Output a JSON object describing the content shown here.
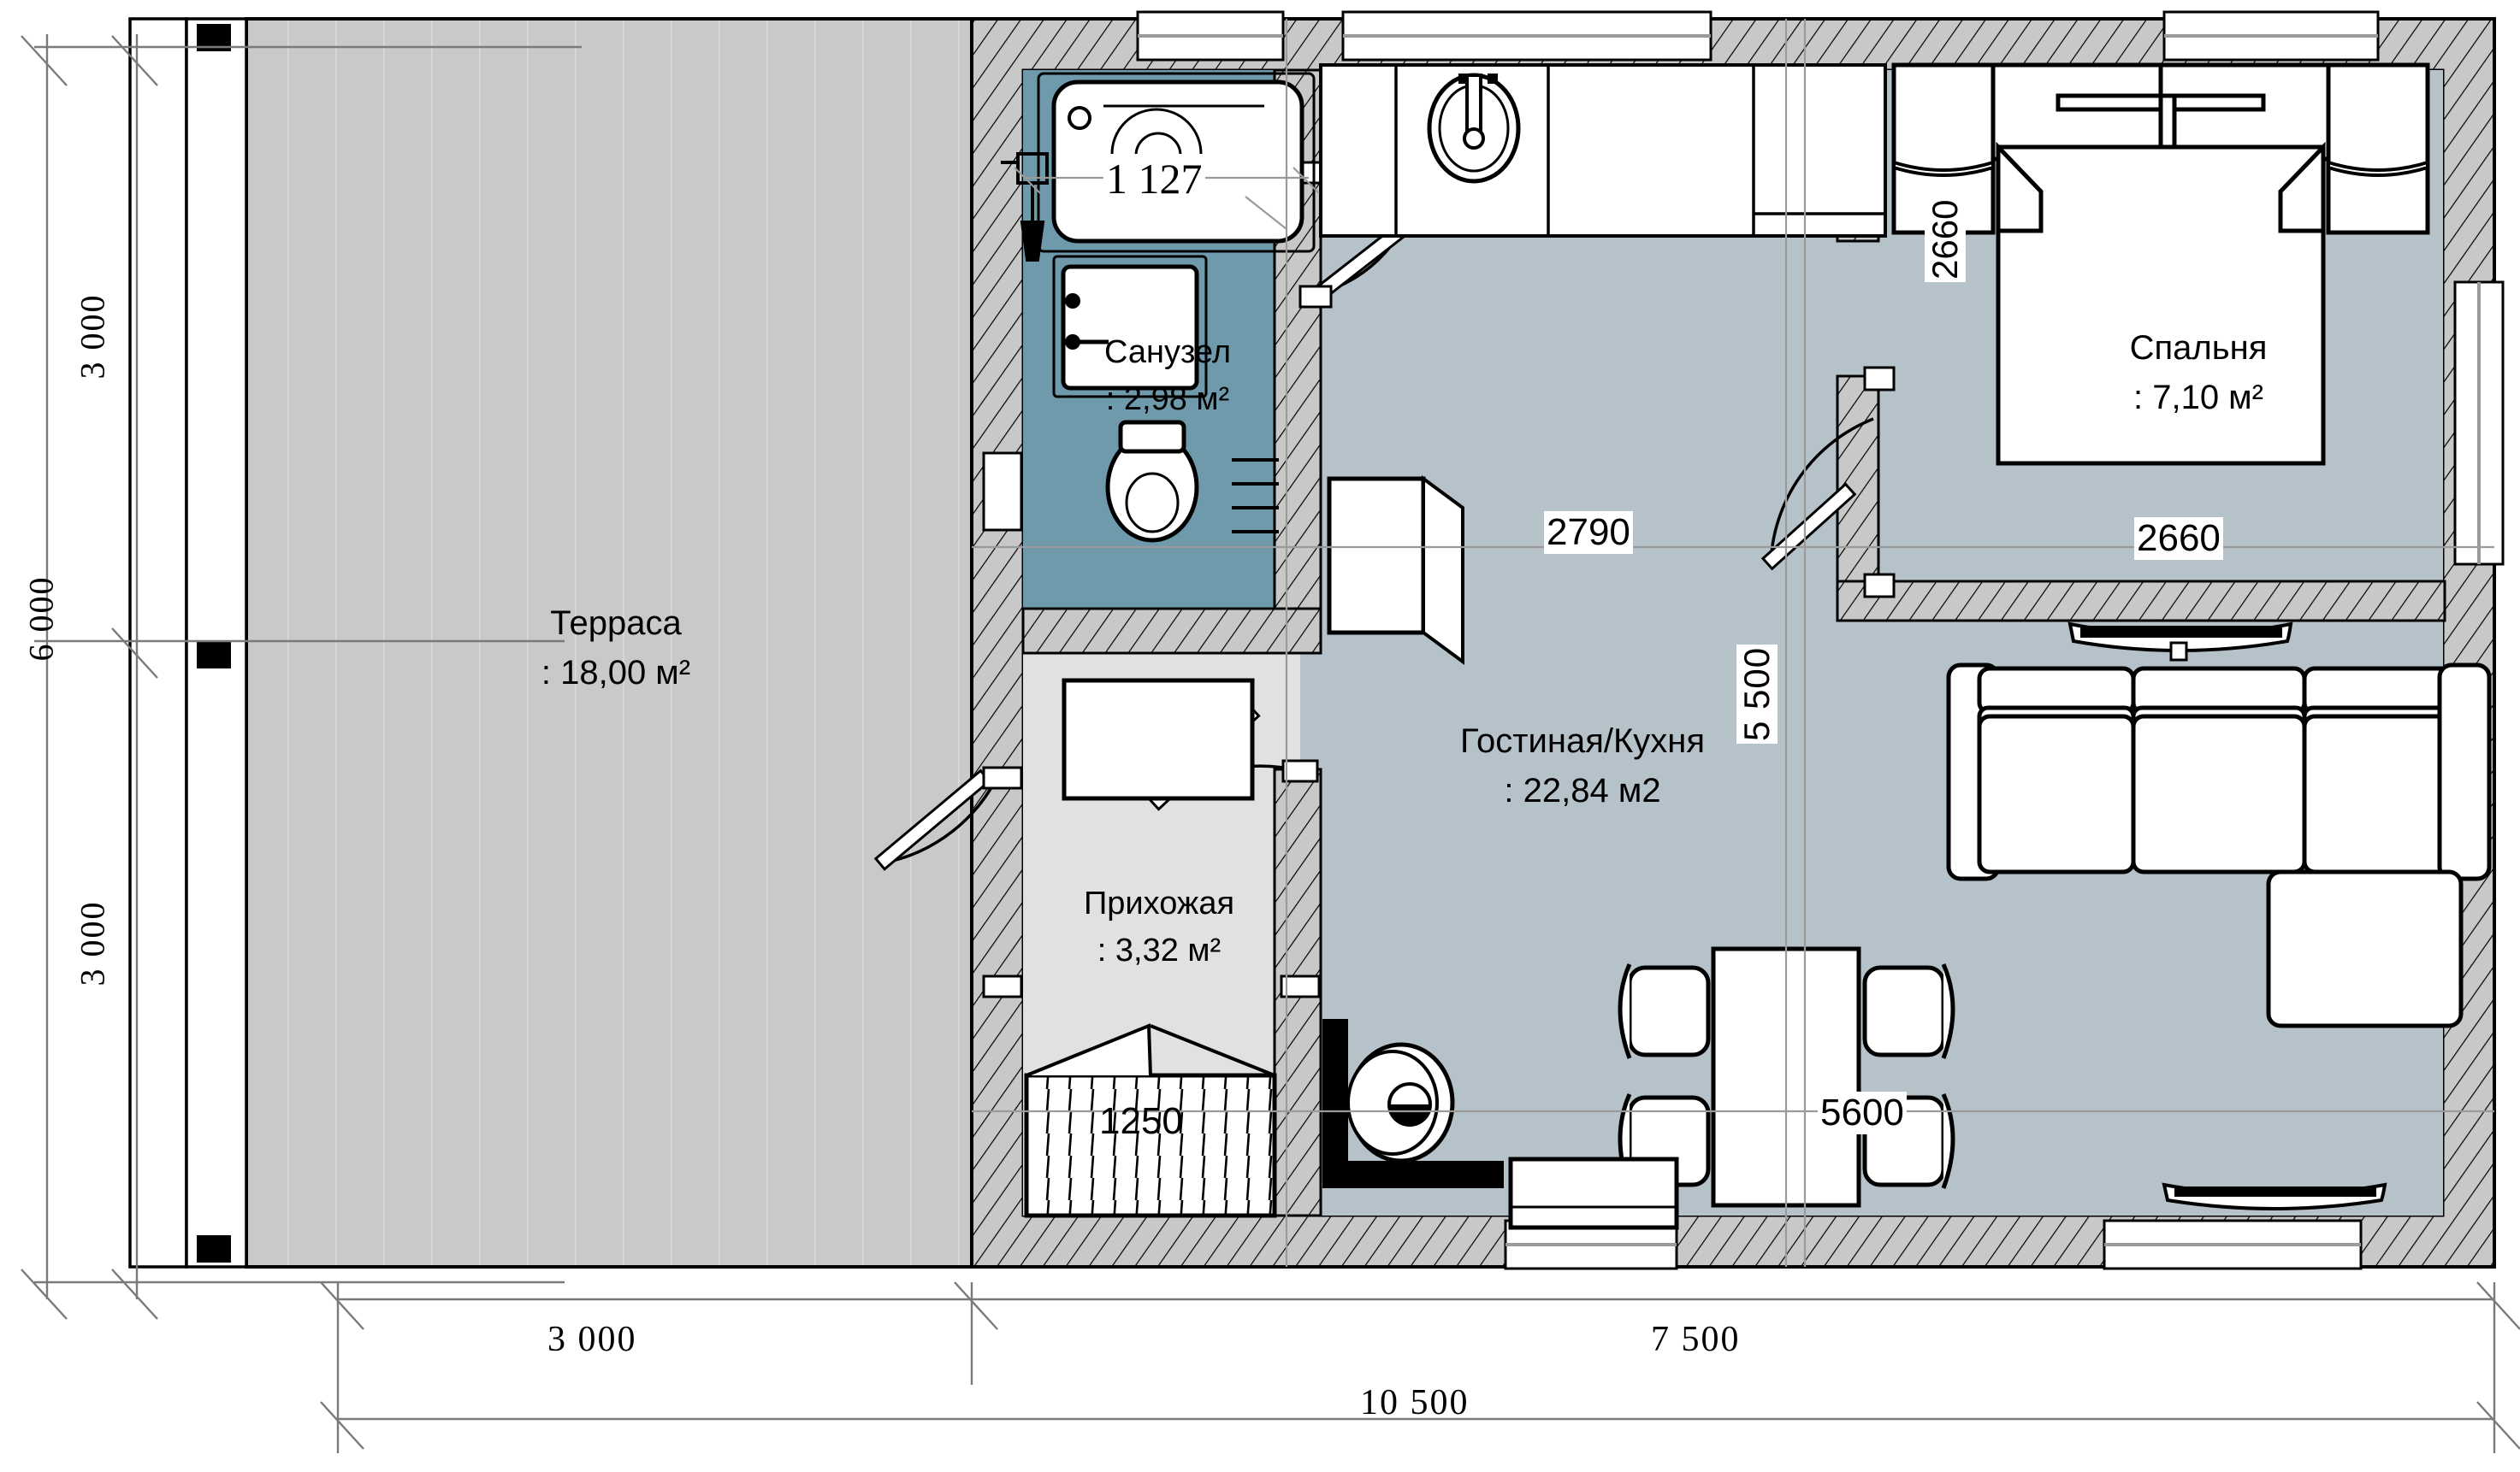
{
  "document": {
    "kind": "architectural-floor-plan",
    "language": "ru",
    "units": "mm"
  },
  "rooms": [
    {
      "id": "terrace",
      "name": "Терраса",
      "area": ": 18,00 м²",
      "fill": "#c9c9c9"
    },
    {
      "id": "bathroom",
      "name": "Санузел",
      "area": ": 2,98 м²",
      "fill": "#6f9aac"
    },
    {
      "id": "hallway",
      "name": "Прихожая",
      "area": ":   3,32 м²",
      "fill": "#e3e0e0"
    },
    {
      "id": "living_kitchen",
      "name": "Гостиная/Кухня",
      "area": ":        22,84 м2",
      "fill": "#b6c2ca"
    },
    {
      "id": "bedroom",
      "name": "Спальня",
      "area": ": 7,10 м²",
      "fill": "#b6c2ca"
    }
  ],
  "dimensions": {
    "left_outer": "6 000",
    "left_upper": "3 000",
    "left_lower": "3 000",
    "bottom_left": "3 000",
    "bottom_right": "7 500",
    "bottom_total": "10 500"
  },
  "interior_dimensions": [
    {
      "id": "bath_width",
      "value": "1 127"
    },
    {
      "id": "living_width",
      "value": "2790"
    },
    {
      "id": "bedroom_height",
      "value": "2660"
    },
    {
      "id": "bedroom_width",
      "value": "2660"
    },
    {
      "id": "living_height",
      "value": "5 500"
    },
    {
      "id": "living_length",
      "value": "5600"
    },
    {
      "id": "entry_width",
      "value": "1250"
    }
  ],
  "colors": {
    "terrace": "#c9c9c9",
    "bathroom": "#6f9aac",
    "hallway": "#e3e0e0",
    "living": "#b6c2ca",
    "bedroom": "#b6c2ca",
    "wall_fill": "#c8c8c8",
    "line": "#000000",
    "dim_line": "#7a7a7a"
  },
  "fixtures": [
    {
      "id": "bathtub",
      "room": "bathroom"
    },
    {
      "id": "washbasin",
      "room": "bathroom"
    },
    {
      "id": "toilet",
      "room": "bathroom"
    },
    {
      "id": "radiator-bath",
      "room": "bathroom"
    },
    {
      "id": "kitchen-sink",
      "room": "living_kitchen"
    },
    {
      "id": "kitchen-counter",
      "room": "living_kitchen"
    },
    {
      "id": "refrigerator",
      "room": "living_kitchen"
    },
    {
      "id": "dining-table",
      "room": "living_kitchen"
    },
    {
      "id": "dining-chair-1",
      "room": "living_kitchen"
    },
    {
      "id": "dining-chair-2",
      "room": "living_kitchen"
    },
    {
      "id": "dining-chair-3",
      "room": "living_kitchen"
    },
    {
      "id": "dining-chair-4",
      "room": "living_kitchen"
    },
    {
      "id": "sectional-sofa",
      "room": "living_kitchen"
    },
    {
      "id": "tv-stand",
      "room": "living_kitchen"
    },
    {
      "id": "tv-bedroom",
      "room": "bedroom"
    },
    {
      "id": "double-bed",
      "room": "bedroom"
    },
    {
      "id": "nightstand-left",
      "room": "bedroom"
    },
    {
      "id": "nightstand-right",
      "room": "bedroom"
    },
    {
      "id": "wardrobe-hall",
      "room": "hallway"
    },
    {
      "id": "stairs-entry",
      "room": "hallway"
    },
    {
      "id": "armchair-entry",
      "room": "living_kitchen"
    },
    {
      "id": "terrace-column-1",
      "room": "terrace"
    },
    {
      "id": "terrace-column-2",
      "room": "terrace"
    },
    {
      "id": "terrace-column-3",
      "room": "terrace"
    }
  ],
  "doors": [
    {
      "id": "door-bathroom"
    },
    {
      "id": "door-bedroom"
    },
    {
      "id": "door-hall-living"
    },
    {
      "id": "door-hall-terrace"
    },
    {
      "id": "door-entry"
    }
  ]
}
